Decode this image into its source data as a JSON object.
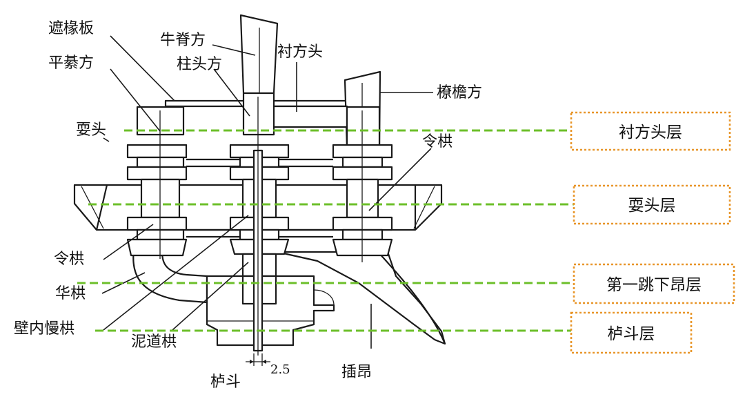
{
  "colors": {
    "guide_line": "#6cbf2a",
    "box_border": "#e8962a",
    "ink": "#1a1a1a"
  },
  "part_labels": {
    "zheyuanban": "遮椽板",
    "pingqifang": "平綦方",
    "niujifang": "牛脊方",
    "zhutoufang": "柱头方",
    "chenfangtou": "衬方头",
    "liaoyanfang": "橑檐方",
    "shuatou": "耍头",
    "linggong_right": "令栱",
    "linggong_left": "令栱",
    "huagong": "华栱",
    "bineimangong": "壁内慢栱",
    "nidaogong": "泥道栱",
    "ludou": "栌斗",
    "chaang": "插昂",
    "dimension": "2.5"
  },
  "layers": [
    {
      "id": "chenfangtou-layer",
      "label": "衬方头层"
    },
    {
      "id": "shuatou-layer",
      "label": "耍头层"
    },
    {
      "id": "xiaang-layer",
      "label": "第一跳下昂层"
    },
    {
      "id": "ludou-layer",
      "label": "栌斗层"
    }
  ]
}
